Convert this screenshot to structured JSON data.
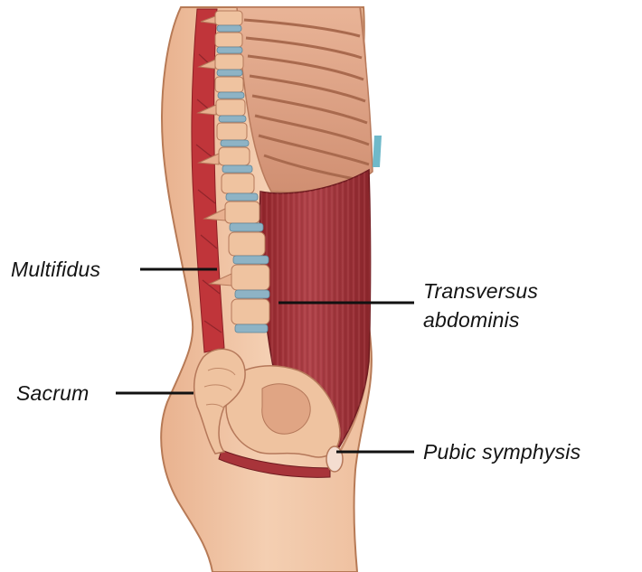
{
  "labels": {
    "multifidus": "Multifidus",
    "transversus_line1": "Transversus",
    "transversus_line2": "abdominis",
    "sacrum": "Sacrum",
    "pubic_symphysis": "Pubic symphysis"
  },
  "colors": {
    "skin": "#efc1a1",
    "skin_outline": "#b77a56",
    "muscle": "#a8343a",
    "muscle_dark": "#7e1f25",
    "bone": "#efc3a0",
    "disc": "#8eb3c5",
    "rib": "#d79d7e",
    "leader_line": "#111111"
  }
}
